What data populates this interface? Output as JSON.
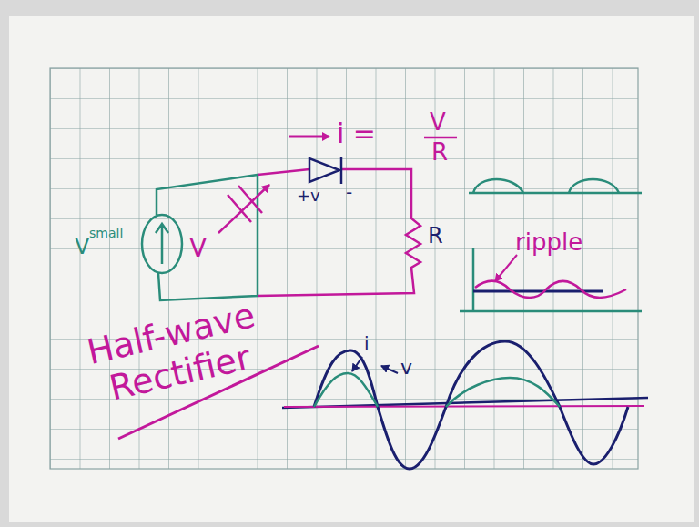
{
  "diagram": {
    "title": "Half-wave Rectifier",
    "labels": [
      "i =",
      "V",
      "R",
      "+v",
      "-",
      "R",
      "V",
      "small",
      "V",
      "ripple",
      "i",
      "v"
    ]
  }
}
